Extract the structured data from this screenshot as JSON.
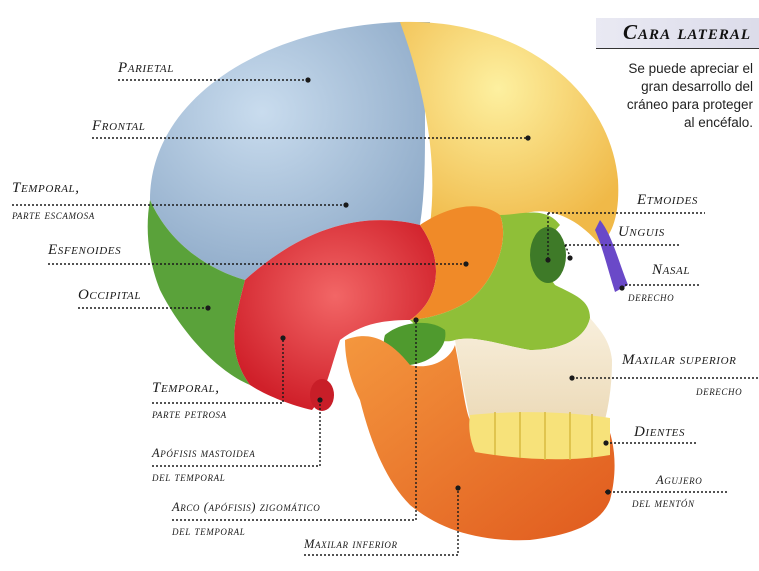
{
  "title": "Cara lateral",
  "description": [
    "Se puede apreciar el",
    "gran desarrollo del",
    "cráneo para proteger",
    "al encéfalo."
  ],
  "labels": {
    "parietal": "Parietal",
    "frontal": "Frontal",
    "temporal_escamosa_1": "Temporal,",
    "temporal_escamosa_2": "parte escamosa",
    "esfenoides": "Esfenoides",
    "occipital": "Occipital",
    "temporal_petrosa_1": "Temporal,",
    "temporal_petrosa_2": "parte petrosa",
    "mastoidea_1": "Apófisis mastoidea",
    "mastoidea_2": "del temporal",
    "zigomatico_1": "Arco (apófisis) zigomático",
    "zigomatico_2": "del temporal",
    "maxilar_inferior": "Maxilar inferior",
    "etmoides": "Etmoides",
    "unguis": "Unguis",
    "nasal_1": "Nasal",
    "nasal_2": "derecho",
    "maxilar_superior_1": "Maxilar superior",
    "maxilar_superior_2": "derecho",
    "dientes": "Dientes",
    "agujero_1": "Agujero",
    "agujero_2": "del mentón"
  },
  "colors": {
    "parietal": "#a9c3dc",
    "frontal": "#f6d36a",
    "temporal": "#e8363a",
    "esfenoides": "#f08a28",
    "occipital": "#5aa23a",
    "zigomatico": "#8fbf38",
    "maxilar_superior": "#f3e6cf",
    "mandibula": "#e8742a",
    "dientes": "#f7e27a",
    "nasal": "#6a49c8"
  }
}
